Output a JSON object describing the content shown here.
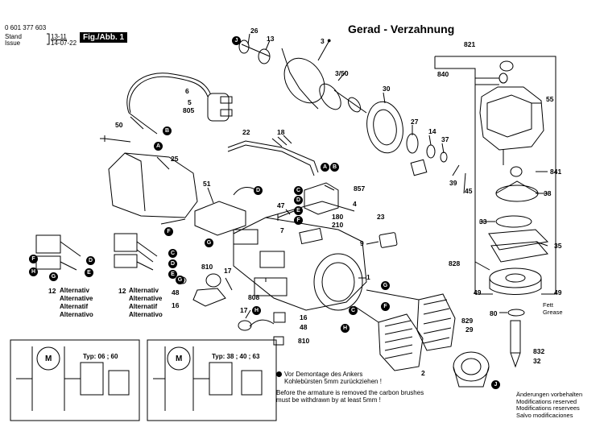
{
  "header": {
    "part_number": "0 601 377 603",
    "stand_label": "Stand",
    "issue_label": "Issue",
    "stand_value": "13-11",
    "issue_value": "14-07-22",
    "fig_label": "Fig./Abb. 1"
  },
  "title": "Gerad - Verzahnung",
  "part_numbers": {
    "n26": "26",
    "n13": "13",
    "n3": "3",
    "n821": "821",
    "n840": "840",
    "n6": "6",
    "n5": "5",
    "n805": "805",
    "n50": "50",
    "n3_50": "3/50",
    "n30": "30",
    "n55": "55",
    "n27": "27",
    "n14": "14",
    "n37": "37",
    "n22": "22",
    "n18": "18",
    "n25": "25",
    "n841": "841",
    "n857": "857",
    "n4": "4",
    "n39": "39",
    "n45": "45",
    "n38": "38",
    "n51": "51",
    "n47": "47",
    "n180": "180",
    "n210": "210",
    "n23": "23",
    "n7": "7",
    "n9": "9",
    "n33": "33",
    "n35": "35",
    "n828": "828",
    "n1": "1",
    "n810a": "810",
    "n17a": "17",
    "n48a": "48",
    "n16a": "16",
    "n808": "808",
    "n17b": "17",
    "n16b": "16",
    "n48b": "48",
    "n810b": "810",
    "n49a": "49",
    "n49b": "49",
    "n80": "80",
    "n829": "829",
    "n29": "29",
    "n2": "2",
    "n832": "832",
    "n32": "32",
    "n12a": "12",
    "n12b": "12"
  },
  "letters": {
    "a": "A",
    "b": "B",
    "c": "C",
    "d": "D",
    "e": "E",
    "f": "F",
    "g": "G",
    "h": "H",
    "j": "J"
  },
  "alternativ_block_1": [
    "Alternativ",
    "Alternative",
    "Alternatif",
    "Alternativo"
  ],
  "alternativ_block_2": [
    "Alternativ",
    "Alternative",
    "Alternatif",
    "Alternativo"
  ],
  "fett_grease": [
    "Fett",
    "Grease"
  ],
  "typ_1": "Typ: 06 ; 60",
  "typ_2": "Typ: 38 ; 40 ; 63",
  "motor_letter": "M",
  "bullet_note": {
    "de_line1": "Vor Demontage des Ankers",
    "de_line2": "Kohlebürsten 5mm zurückziehen !",
    "en_line1": "Before the armature is removed the carbon brushes",
    "en_line2": "must be withdrawn by at least 5mm !"
  },
  "right_note": [
    "Änderungen vorbehalten",
    "Modifications reserved",
    "Modifications reservees",
    "Salvo modificaciones"
  ]
}
